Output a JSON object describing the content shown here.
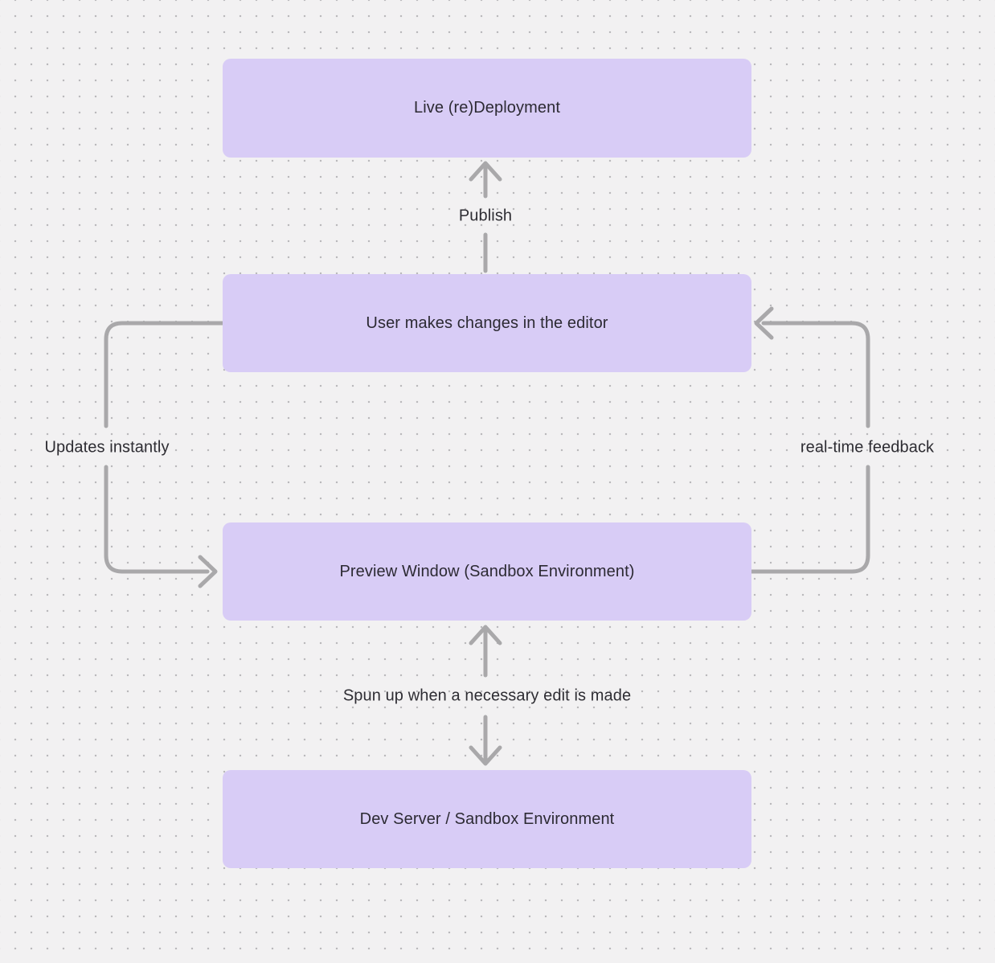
{
  "colors": {
    "background": "#f2f1f2",
    "dot": "#bab9bc",
    "node_fill": "#d8ccf6",
    "node_text": "#2c2a33",
    "edge": "#a9a8aa",
    "edge_label_text": "#2e2d33"
  },
  "diagram": {
    "nodes": [
      {
        "id": "live-deployment",
        "label": "Live (re)Deployment"
      },
      {
        "id": "user-editor",
        "label": "User makes changes in the editor"
      },
      {
        "id": "preview-window",
        "label": "Preview Window (Sandbox Environment)"
      },
      {
        "id": "dev-server",
        "label": "Dev Server / Sandbox Environment"
      }
    ],
    "edges": [
      {
        "id": "publish",
        "from": "user-editor",
        "to": "live-deployment",
        "label": "Publish",
        "bidirectional": false
      },
      {
        "id": "updates-instantly",
        "from": "user-editor",
        "to": "preview-window",
        "label": "Updates instantly",
        "bidirectional": false
      },
      {
        "id": "realtime-feedback",
        "from": "preview-window",
        "to": "user-editor",
        "label": "real-time feedback",
        "bidirectional": false
      },
      {
        "id": "spun-up",
        "from": "preview-window",
        "to": "dev-server",
        "label": "Spun up when a necessary edit is made",
        "bidirectional": true
      }
    ]
  }
}
